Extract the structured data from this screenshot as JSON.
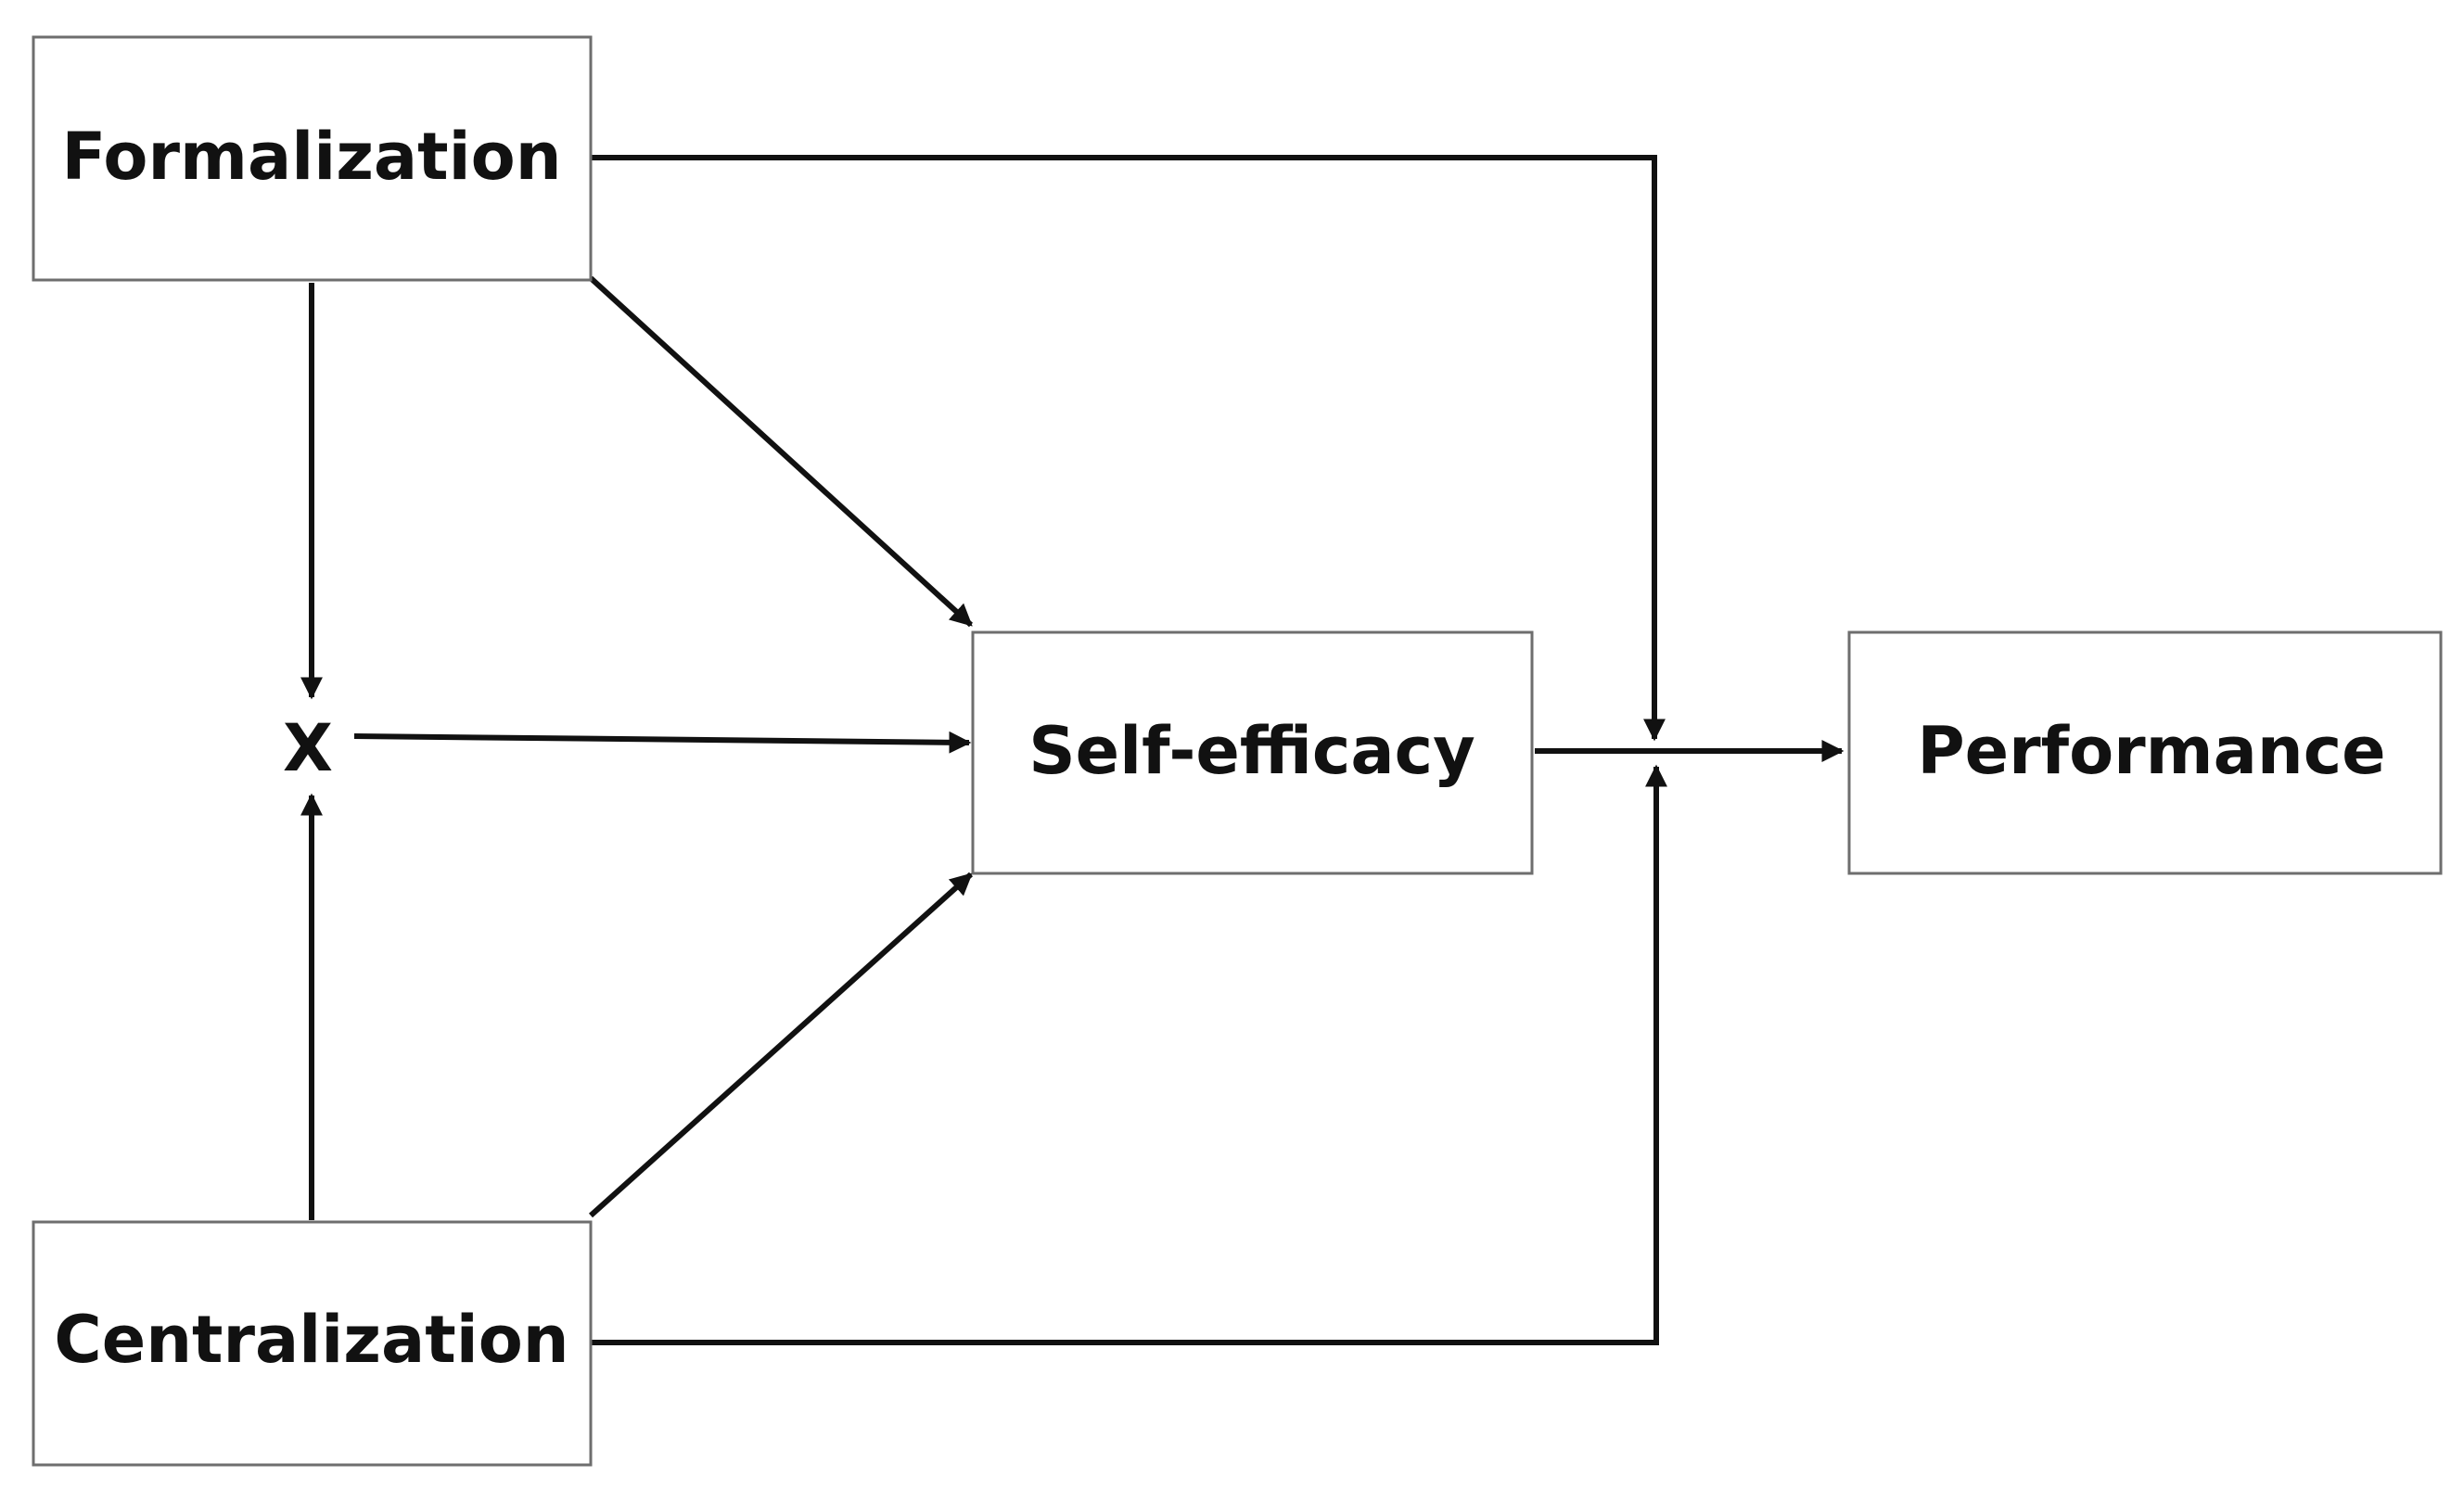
{
  "nodes": {
    "formalization": "Formalization",
    "centralization": "Centralization",
    "interaction": "X",
    "self_efficacy": "Self-efficacy",
    "performance": "Performance"
  },
  "edges": [
    {
      "from": "formalization",
      "to": "interaction"
    },
    {
      "from": "centralization",
      "to": "interaction"
    },
    {
      "from": "interaction",
      "to": "self_efficacy"
    },
    {
      "from": "formalization",
      "to": "self_efficacy"
    },
    {
      "from": "centralization",
      "to": "self_efficacy"
    },
    {
      "from": "self_efficacy",
      "to": "performance"
    },
    {
      "from": "formalization",
      "to": "self_efficacy-performance link (moderation)"
    },
    {
      "from": "centralization",
      "to": "self_efficacy-performance link (moderation)"
    }
  ]
}
